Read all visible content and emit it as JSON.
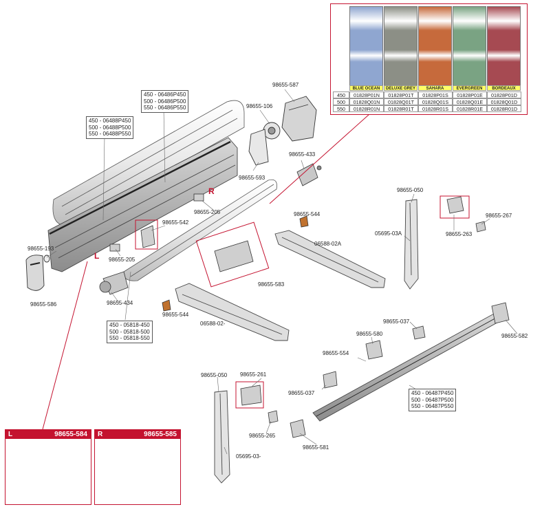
{
  "color_table": {
    "swatches": [
      {
        "name": "BLUE OCEAN",
        "color": "#8fa6d0"
      },
      {
        "name": "DELUXE GREY",
        "color": "#8c8f86"
      },
      {
        "name": "SAHARA",
        "color": "#c66a3c"
      },
      {
        "name": "EVERGREEN",
        "color": "#7aa383"
      },
      {
        "name": "BORDEAUX",
        "color": "#a64a52"
      }
    ],
    "rows": [
      {
        "size": "450",
        "codes": [
          "01828P01N",
          "01828P01T",
          "01828P01S",
          "01828P01E",
          "01828P01D"
        ]
      },
      {
        "size": "500",
        "codes": [
          "01828Q01N",
          "01828Q01T",
          "01828Q01S",
          "01828Q01E",
          "01828Q01D"
        ]
      },
      {
        "size": "550",
        "codes": [
          "01828R01N",
          "01828R01T",
          "01828R01S",
          "01828R01E",
          "01828R01D"
        ]
      }
    ]
  },
  "boxes": {
    "top_profile": [
      "450 - 06486P450",
      "500 - 06486P500",
      "550 - 06486P550"
    ],
    "roller_tube": [
      "450 - 06488P450",
      "500 - 06488P500",
      "550 - 06488P550"
    ],
    "lower_tube": [
      "450 - 05818-450",
      "500 - 05818-500",
      "550 - 05818-550"
    ],
    "front_bar": [
      "450 - 06487P450",
      "500 - 06487P500",
      "550 - 06487P550"
    ]
  },
  "parts": {
    "p587": "98655-587",
    "p106": "98655-106",
    "p593": "98655-593",
    "p433": "98655-433",
    "p205a": "98655-205",
    "p205b": "98655-205",
    "p542": "98655-542",
    "p193": "98655-193",
    "p586": "98655-586",
    "p434": "98655-434",
    "p544a": "98655-544",
    "p544b": "98655-544",
    "p583": "98655-583",
    "a06588a": "06588-02A",
    "a06588b": "06588-02-",
    "p050a": "98655-050",
    "p050b": "98655-050",
    "a05695a": "05695-03A",
    "a05695b": "05695-03-",
    "p263": "98655-263",
    "p267": "98655-267",
    "p037a": "98655-037",
    "p037b": "98655-037",
    "p580": "98655-580",
    "p582": "98655-582",
    "p554": "98655-554",
    "p261": "98655-261",
    "p265": "98655-265",
    "p581": "98655-581"
  },
  "side_marks": {
    "right": "R",
    "left": "L"
  },
  "kits": {
    "left": {
      "side": "L",
      "code": "98655-584"
    },
    "right": {
      "side": "R",
      "code": "98655-585"
    }
  },
  "colors": {
    "accent": "#c4122f",
    "line": "#555555"
  }
}
